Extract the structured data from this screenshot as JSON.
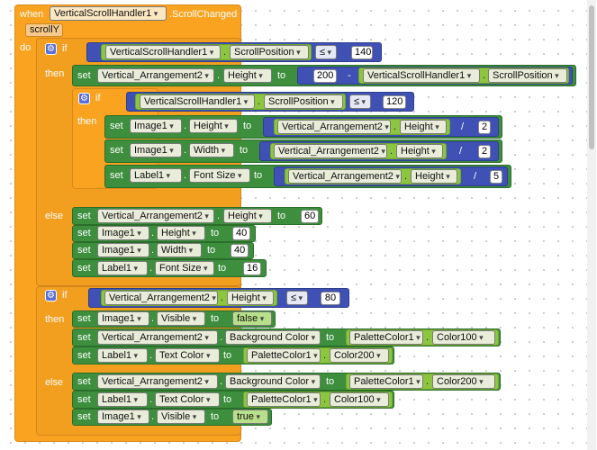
{
  "event": {
    "when": "when",
    "component": "VerticalScrollHandler1",
    "event": ".ScrollChanged",
    "param": "scrollY",
    "do": "do"
  },
  "kw": {
    "if": "if",
    "then": "then",
    "else": "else",
    "set": "set",
    "to": "to",
    "dot": "."
  },
  "ops": {
    "le": "≤",
    "minus": "-",
    "divide": "/"
  },
  "c1": {
    "comp": "VerticalScrollHandler1",
    "prop": "ScrollPosition",
    "value": "140"
  },
  "s1": {
    "comp": "Vertical_Arrangement2",
    "prop": "Height",
    "num": "200",
    "comp2": "VerticalScrollHandler1",
    "prop2": "ScrollPosition"
  },
  "c2": {
    "comp": "VerticalScrollHandler1",
    "prop": "ScrollPosition",
    "value": "120"
  },
  "s2": {
    "comp": "Image1",
    "prop": "Height",
    "comp2": "Vertical_Arrangement2",
    "prop2": "Height",
    "div": "2"
  },
  "s3": {
    "comp": "Image1",
    "prop": "Width",
    "comp2": "Vertical_Arrangement2",
    "prop2": "Height",
    "div": "2"
  },
  "s4": {
    "comp": "Label1",
    "prop": "Font Size",
    "comp2": "Vertical_Arrangement2",
    "prop2": "Height",
    "div": "5"
  },
  "e1": {
    "comp": "Vertical_Arrangement2",
    "prop": "Height",
    "value": "60"
  },
  "e2": {
    "comp": "Image1",
    "prop": "Height",
    "value": "40"
  },
  "e3": {
    "comp": "Image1",
    "prop": "Width",
    "value": "40"
  },
  "e4": {
    "comp": "Label1",
    "prop": "Font Size",
    "value": "16"
  },
  "c3": {
    "comp": "Vertical_Arrangement2",
    "prop": "Height",
    "value": "80"
  },
  "t1": {
    "comp": "Image1",
    "prop": "Visible",
    "value": "false"
  },
  "t2": {
    "comp": "Vertical_Arrangement2",
    "prop": "Background Color",
    "pal": "PaletteColor1",
    "col": "Color100"
  },
  "t3": {
    "comp": "Label1",
    "prop": "Text Color",
    "pal": "PaletteColor1",
    "col": "Color200"
  },
  "f1": {
    "comp": "Vertical_Arrangement2",
    "prop": "Background Color",
    "pal": "PaletteColor1",
    "col": "Color200"
  },
  "f2": {
    "comp": "Label1",
    "prop": "Text Color",
    "pal": "PaletteColor1",
    "col": "Color100"
  },
  "f3": {
    "comp": "Image1",
    "prop": "Visible",
    "value": "true"
  },
  "colors": {
    "event": "#F9A320",
    "control": "#F9A320",
    "logic": "#3F51B5",
    "setter": "#3d8f3d",
    "palette": "#8cc63f"
  }
}
